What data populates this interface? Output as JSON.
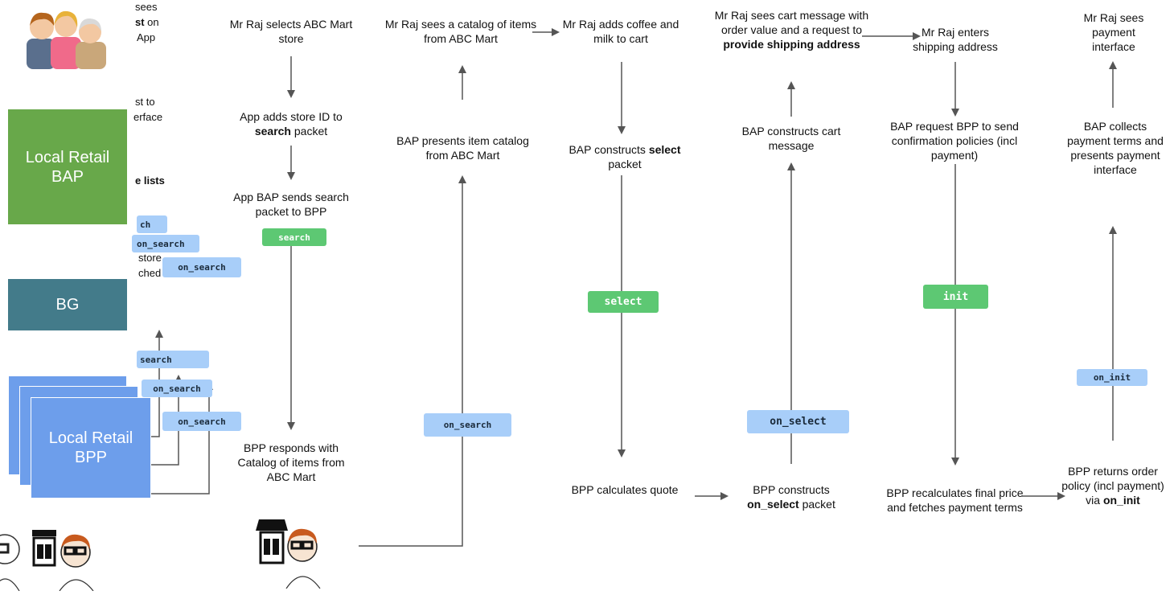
{
  "colors": {
    "bap": "#68a84a",
    "bg": "#437b8a",
    "bpp": "#6d9eeb",
    "pill_green": "#5dc873",
    "pill_blue": "#a8cef9",
    "arrow": "#555555"
  },
  "left_panel": {
    "frag_1": "sees",
    "frag_2_bold": "st",
    "frag_2": " on",
    "frag_3": "App",
    "frag_4": "st to",
    "frag_5": "erface",
    "frag_6_bold": "e lists",
    "frag_7": "store",
    "frag_8": "ched",
    "bap_box": "Local Retail BAP",
    "bg_box": "BG",
    "bpp_box": "Local Retail BPP",
    "pill_search": "ch",
    "pill_on_search_1": "on_search",
    "pill_on_search_2": "on_search",
    "pill_search_2": "search",
    "pill_on_search_3": "on_search",
    "pill_on_search_4": "on_search"
  },
  "steps": {
    "s1": "Mr Raj selects ABC Mart store",
    "s2_a": "App adds store ID to ",
    "s2_b": "search",
    "s2_c": " packet",
    "s3": "App BAP sends search packet to BPP",
    "pill_search": "search",
    "s4": "BPP responds with Catalog of items from ABC Mart",
    "s5": "Mr Raj sees a catalog of items  from ABC Mart",
    "s6": "BAP presents item catalog from ABC Mart",
    "pill_on_search": "on_search",
    "s7": "Mr Raj adds coffee and milk to cart",
    "s8_a": "BAP constructs ",
    "s8_b": "select",
    "s8_c": " packet",
    "pill_select": "select",
    "s9": "BPP calculates quote",
    "s10_a": "BPP constructs ",
    "s10_b": "on_select",
    "s10_c": " packet",
    "pill_on_select": "on_select",
    "s11": "BAP constructs cart message",
    "s12_a": "Mr Raj sees cart message with order value and a request to ",
    "s12_b": "provide shipping address",
    "s13": "Mr Raj enters shipping address",
    "s14": "BAP request BPP to send confirmation policies (incl payment)",
    "pill_init": "init",
    "s15": "BPP recalculates final price and fetches payment terms",
    "s16_a": "BPP returns order policy (incl payment) via ",
    "s16_b": "on_init",
    "pill_on_init": "on_init",
    "s17": "BAP collects payment terms and presents payment interface",
    "s18": "Mr Raj sees payment interface"
  },
  "icons": [
    "family-icon",
    "shopkeeper-icon",
    "store-icon",
    "store-person-icon"
  ]
}
